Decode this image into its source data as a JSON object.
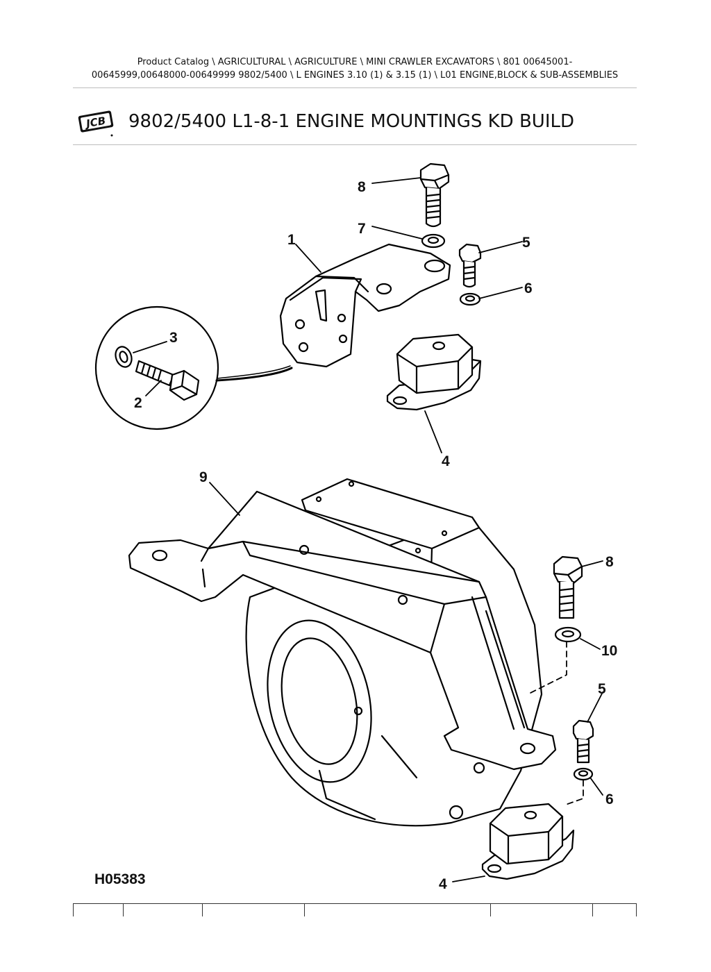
{
  "breadcrumb": {
    "line1": "Product Catalog  \\  AGRICULTURAL  \\  AGRICULTURE  \\  MINI CRAWLER EXCAVATORS  \\  801 00645001-",
    "line2": "00645999,00648000-00649999 9802/5400  \\  L ENGINES 3.10 (1) & 3.15 (1)  \\  L01 ENGINE,BLOCK & SUB-ASSEMBLIES"
  },
  "logo": {
    "text": "JCB",
    "icon": "jcb-logo-icon",
    "color": "#111111"
  },
  "page": {
    "title": "9802/5400 L1-8-1 ENGINE MOUNTINGS KD BUILD"
  },
  "figure": {
    "code": "H05383"
  },
  "callouts": {
    "c1": "1",
    "c2": "2",
    "c3": "3",
    "c4a": "4",
    "c4b": "4",
    "c5a": "5",
    "c5b": "5",
    "c6a": "6",
    "c6b": "6",
    "c7": "7",
    "c8a": "8",
    "c8b": "8",
    "c9": "9",
    "c10": "10"
  }
}
